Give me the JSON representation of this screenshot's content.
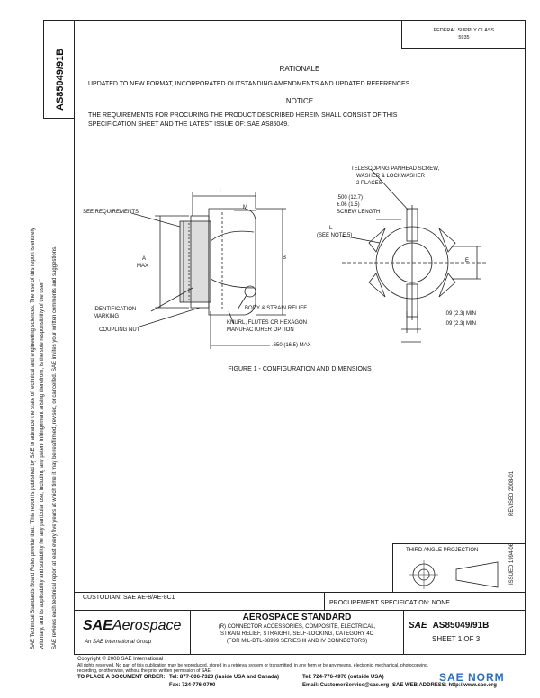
{
  "spine": {
    "doc_number": "AS85049/91B",
    "disclaimer_1": "SAE Technical Standards Board Rules provide that: \"This report is published by SAE to advance the state of technical and engineering sciences. The use of this report is entirely",
    "disclaimer_2": "voluntary, and its applicability and suitability for any particular use, including any patent infringement arising therefrom, is the sole responsibility of the user.\"",
    "disclaimer_3": "SAE reviews each technical report at least every five years at which time it may be reaffirmed, revised, or cancelled. SAE invites your written comments and suggestions."
  },
  "header_box": {
    "line1": "FEDERAL SUPPLY CLASS",
    "line2": "5935"
  },
  "rationale": {
    "title": "RATIONALE",
    "text": "UPDATED TO NEW FORMAT, INCORPORATED OUTSTANDING AMENDMENTS AND UPDATED REFERENCES."
  },
  "notice": {
    "title": "NOTICE",
    "text_line1": "THE REQUIREMENTS FOR PROCURING THE PRODUCT DESCRIBED HEREIN SHALL CONSIST OF THIS",
    "text_line2": "SPECIFICATION SHEET AND THE LATEST ISSUE OF: SAE AS85049."
  },
  "figure": {
    "caption": "FIGURE 1 - CONFIGURATION AND DIMENSIONS",
    "labels": {
      "see_requirements": "SEE REQUIREMENTS",
      "identification": "IDENTIFICATION",
      "marking": "MARKING",
      "coupling_nut": "COUPLING NUT",
      "body_strain": "BODY & STRAIN RELIEF",
      "knurl_1": "KNURL, FLUTES OR HEXAGON",
      "knurl_2": "MANUFACTURER OPTION",
      "max_650": ".650 (16.5) MAX",
      "L": "L",
      "M": "M",
      "A": "A",
      "MAX": "MAX",
      "B": "B",
      "screw_1": "TELESCOPING PANHEAD SCREW,",
      "screw_2": "WASHER & LOCKWASHER",
      "screw_3": "2 PLACES",
      "dim_500": ".500 (12.7)",
      "dim_06": "±.06 (1.5)",
      "screw_len": "SCREW LENGTH",
      "L2": "L",
      "see_note": "(SEE NOTE 5)",
      "E": "E",
      "min_1": ".09 (2.3) MIN",
      "min_2": ".09 (2.3) MIN"
    }
  },
  "side_marks": {
    "date1": "REVISED 2008-01",
    "date2": "ISSUED 1994-06"
  },
  "projection": {
    "title": "THIRD ANGLE PROJECTION"
  },
  "title_block": {
    "custodian": "CUSTODIAN: SAE AE-8/AE-8C1",
    "procurement": "PROCUREMENT SPECIFICATION: NONE",
    "sae_logo": "SAE",
    "aerospace": "Aerospace",
    "logo_sub": "An SAE International Group",
    "standard": "AEROSPACE STANDARD",
    "desc_1": "(R) CONNECTOR ACCESSORIES, COMPOSITE, ELECTRICAL,",
    "desc_2": "STRAIN RELIEF, STRAIGHT, SELF-LOCKING, CATEGORY 4C",
    "desc_3": "(FOR MIL-DTL-38999 SERIES III AND IV CONNECTORS)",
    "doc_number": "AS85049/91B",
    "sheet": "SHEET 1 OF 3"
  },
  "footer": {
    "copyright": "Copyright © 2008 SAE International",
    "rights_1": "All rights reserved. No part of this publication may be reproduced, stored in a retrieval system or transmitted, in any form or by any means, electronic, mechanical, photocopying,",
    "rights_2": "recording, or otherwise, without the prior written permission of SAE.",
    "order": "TO PLACE A DOCUMENT ORDER:",
    "tel1": "Tel: 877-606-7323 (inside USA and Canada)",
    "tel2": "Tel: 724-776-4970 (outside USA)",
    "fax": "Fax: 724-776-0790",
    "email": "Email: CustomerService@sae.org",
    "web": "SAE WEB ADDRESS: http://www.sae.org"
  },
  "watermark": "SAE NORM"
}
